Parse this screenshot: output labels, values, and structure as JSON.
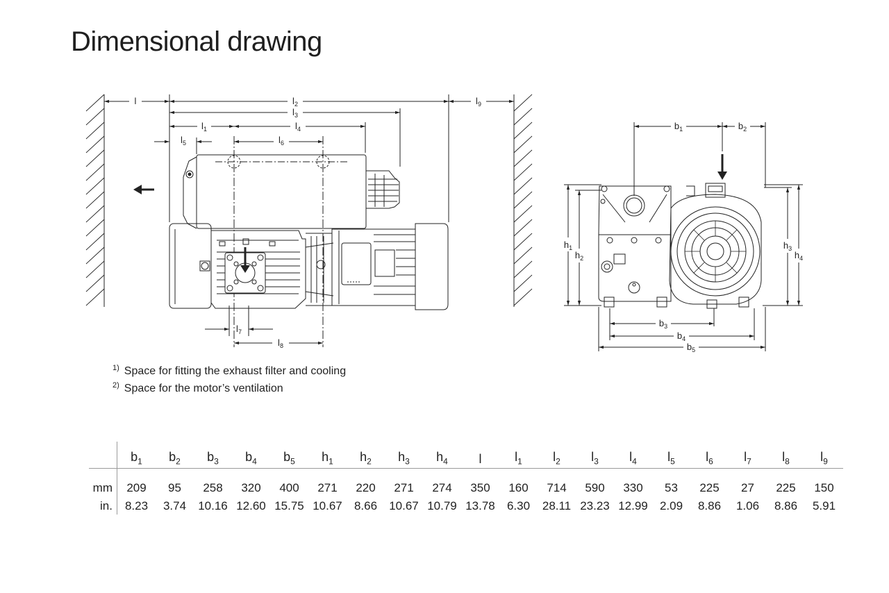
{
  "title": "Dimensional drawing",
  "side_view": {
    "labels": {
      "l": "l",
      "l1": "l1",
      "l2": "l2",
      "l3": "l3",
      "l4": "l4",
      "l5": "l5",
      "l6": "l6",
      "l7": "l7",
      "l8": "l8",
      "l9": "l9"
    }
  },
  "end_view": {
    "labels": {
      "b1": "b1",
      "b2": "b2",
      "b3": "b3",
      "b4": "b4",
      "b5": "b5",
      "h1": "h1",
      "h2": "h2",
      "h3": "h3",
      "h4": "h4"
    }
  },
  "notes": [
    {
      "marker": "1)",
      "text": "Space for fitting the exhaust filter and cooling"
    },
    {
      "marker": "2)",
      "text": "Space for the motor’s ventilation"
    }
  ],
  "table": {
    "units": {
      "mm": "mm",
      "inch": "in."
    },
    "columns": [
      {
        "sym": "b",
        "sub": "1",
        "mm": "209",
        "in": "8.23"
      },
      {
        "sym": "b",
        "sub": "2",
        "mm": "95",
        "in": "3.74"
      },
      {
        "sym": "b",
        "sub": "3",
        "mm": "258",
        "in": "10.16"
      },
      {
        "sym": "b",
        "sub": "4",
        "mm": "320",
        "in": "12.60"
      },
      {
        "sym": "b",
        "sub": "5",
        "mm": "400",
        "in": "15.75"
      },
      {
        "sym": "h",
        "sub": "1",
        "mm": "271",
        "in": "10.67"
      },
      {
        "sym": "h",
        "sub": "2",
        "mm": "220",
        "in": "8.66"
      },
      {
        "sym": "h",
        "sub": "3",
        "mm": "271",
        "in": "10.67"
      },
      {
        "sym": "h",
        "sub": "4",
        "mm": "274",
        "in": "10.79"
      },
      {
        "sym": "l",
        "sub": "",
        "mm": "350",
        "in": "13.78"
      },
      {
        "sym": "l",
        "sub": "1",
        "mm": "160",
        "in": "6.30"
      },
      {
        "sym": "l",
        "sub": "2",
        "mm": "714",
        "in": "28.11"
      },
      {
        "sym": "l",
        "sub": "3",
        "mm": "590",
        "in": "23.23"
      },
      {
        "sym": "l",
        "sub": "4",
        "mm": "330",
        "in": "12.99"
      },
      {
        "sym": "l",
        "sub": "5",
        "mm": "53",
        "in": "2.09"
      },
      {
        "sym": "l",
        "sub": "6",
        "mm": "225",
        "in": "8.86"
      },
      {
        "sym": "l",
        "sub": "7",
        "mm": "27",
        "in": "1.06"
      },
      {
        "sym": "l",
        "sub": "8",
        "mm": "225",
        "in": "8.86"
      },
      {
        "sym": "l",
        "sub": "9",
        "mm": "150",
        "in": "5.91"
      }
    ]
  }
}
